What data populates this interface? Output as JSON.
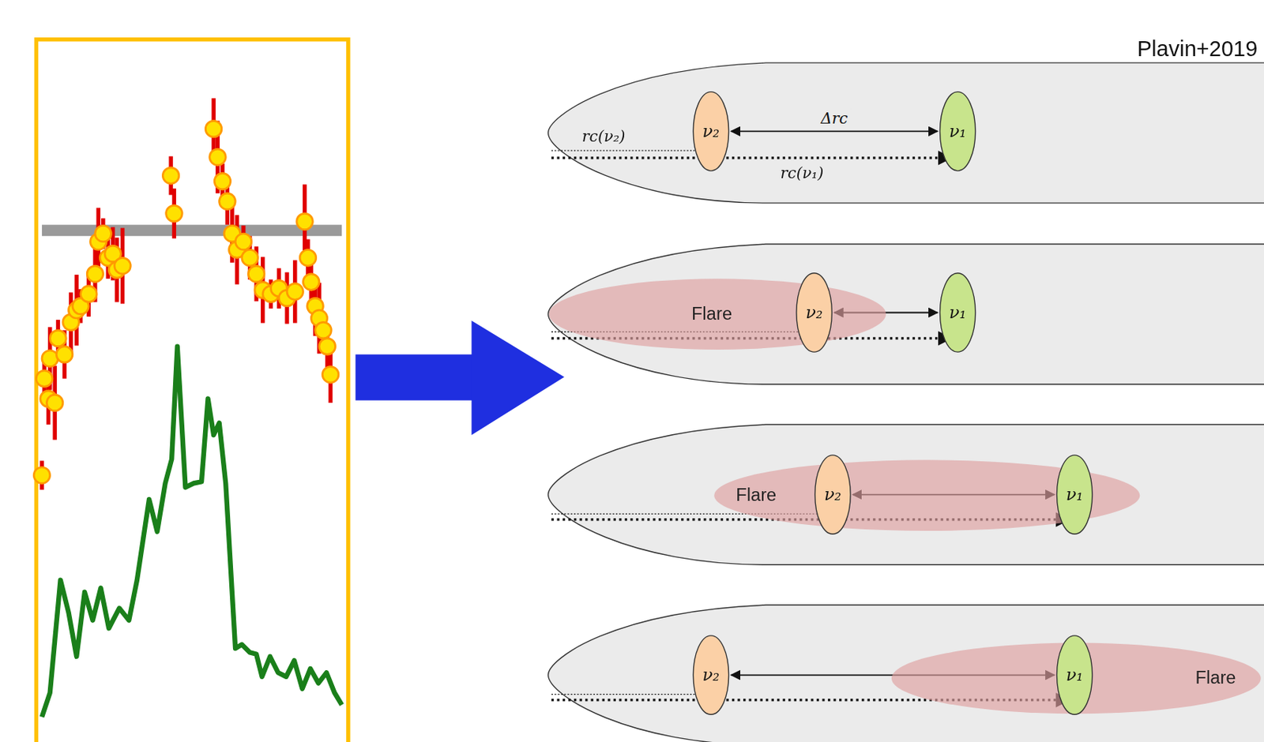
{
  "diagram": {
    "nodes": [
      {
        "text": [
          "ν₂"
        ]
      },
      {
        "text": [
          "ν₁"
        ]
      },
      {
        "text": [
          "Flare"
        ]
      },
      {
        "text": [
          "ν₂"
        ]
      },
      {
        "text": [
          "ν₁"
        ]
      },
      {
        "text": [
          "Flare"
        ]
      },
      {
        "text": [
          "ν₂"
        ]
      },
      {
        "text": [
          "ν₁"
        ]
      },
      {
        "text": [
          "ν₂"
        ]
      },
      {
        "text": [
          "ν₁"
        ]
      },
      {
        "text": [
          "Flare"
        ]
      }
    ],
    "edges": [
      {
        "from": 0,
        "to": 1,
        "label": "Δrc",
        "arrow": "both"
      },
      {
        "from": 3,
        "to": 4,
        "arrow": "both"
      },
      {
        "from": 6,
        "to": 7,
        "arrow": "both"
      },
      {
        "from": 8,
        "to": 9,
        "arrow": "both"
      }
    ],
    "labels": [
      "Plavin+2019",
      "rc(ν₂)",
      "rc(ν₁)"
    ]
  }
}
